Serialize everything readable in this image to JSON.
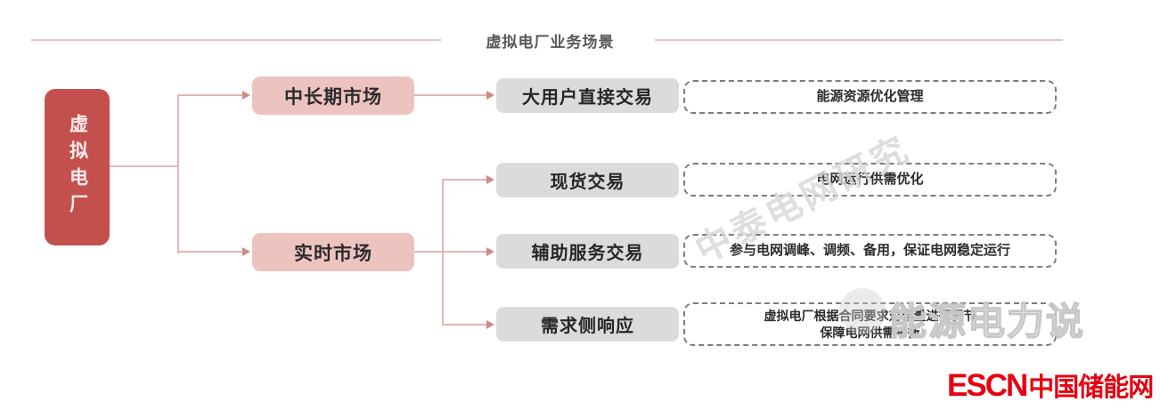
{
  "title": "虚拟电厂业务场景",
  "root_label": "虚拟电厂",
  "level2": [
    {
      "label": "中长期市场"
    },
    {
      "label": "实时市场"
    }
  ],
  "scenarios": [
    {
      "label": "大用户直接交易",
      "desc": "能源资源优化管理"
    },
    {
      "label": "现货交易",
      "desc": "电网运行供需优化"
    },
    {
      "label": "辅助服务交易",
      "desc": "参与电网调峰、调频、备用，保证电网稳定运行"
    },
    {
      "label": "需求侧响应",
      "desc": "虚拟电厂根据合同要求对容量进行调节",
      "desc2": "保障电网供需平衡"
    }
  ],
  "watermarks": {
    "diagonal": "中泰电网研究",
    "brand": "能源电力说"
  },
  "footer": {
    "logo_en": "ESCN",
    "logo_cn": "中国储能网"
  },
  "colors": {
    "root_red": "#c4504e",
    "node_pink": "#edc3c0",
    "node_gray": "#dbdbdb",
    "connector_pink": "#e2b6b3",
    "dash_border": "#7d7d7d",
    "title_line_pink": "#e8c6c4",
    "logo_red": "#e60012"
  }
}
